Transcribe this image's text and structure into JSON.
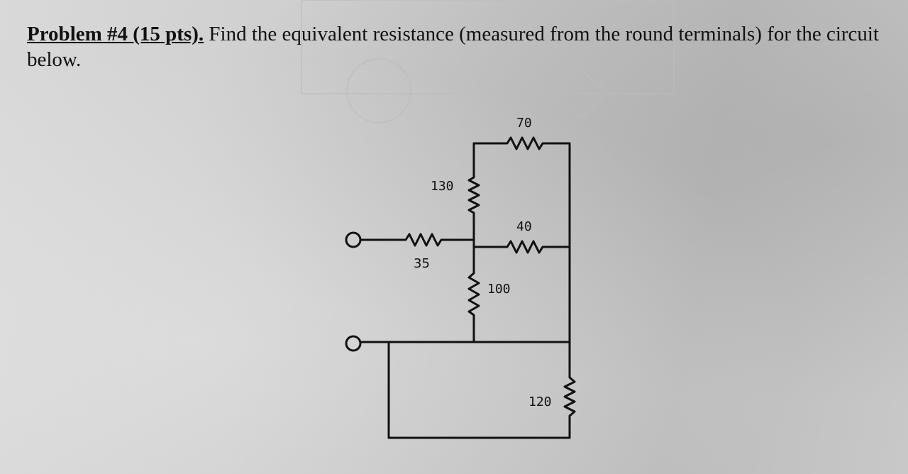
{
  "problem": {
    "label": "Problem #4 (15 pts).",
    "text": " Find the equivalent resistance (measured from the round terminals) for the circuit below."
  },
  "circuit": {
    "resistors": [
      {
        "id": "R35",
        "value": "35"
      },
      {
        "id": "R130",
        "value": "130"
      },
      {
        "id": "R70",
        "value": "70"
      },
      {
        "id": "R40",
        "value": "40"
      },
      {
        "id": "R100",
        "value": "100"
      },
      {
        "id": "R120",
        "value": "120"
      }
    ]
  }
}
